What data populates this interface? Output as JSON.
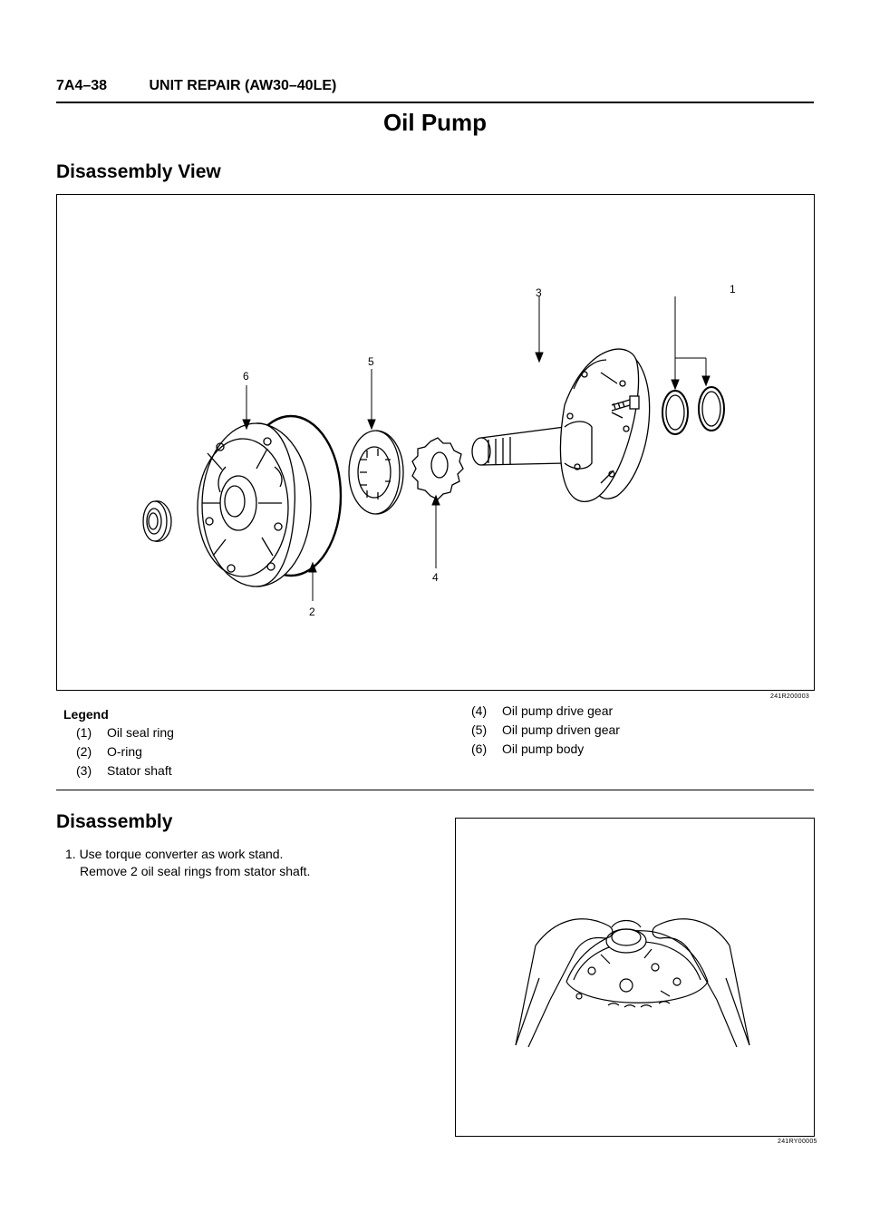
{
  "header": {
    "page": "7A4–38",
    "section": "UNIT REPAIR (AW30–40LE)"
  },
  "title": "Oil Pump",
  "view": {
    "heading": "Disassembly View",
    "figure_code": "241R200003",
    "callouts": [
      "1",
      "2",
      "3",
      "4",
      "5",
      "6"
    ]
  },
  "legend": {
    "title": "Legend",
    "items": [
      {
        "num": "(1)",
        "text": "Oil seal ring"
      },
      {
        "num": "(2)",
        "text": "O-ring"
      },
      {
        "num": "(3)",
        "text": "Stator shaft"
      },
      {
        "num": "(4)",
        "text": "Oil pump drive gear"
      },
      {
        "num": "(5)",
        "text": "Oil pump driven gear"
      },
      {
        "num": "(6)",
        "text": "Oil pump body"
      }
    ]
  },
  "disassembly": {
    "heading": "Disassembly",
    "step1_line1": "1. Use torque converter as work stand.",
    "step1_line2": "Remove 2 oil seal rings from stator shaft.",
    "figure_code": "241RY00005"
  }
}
